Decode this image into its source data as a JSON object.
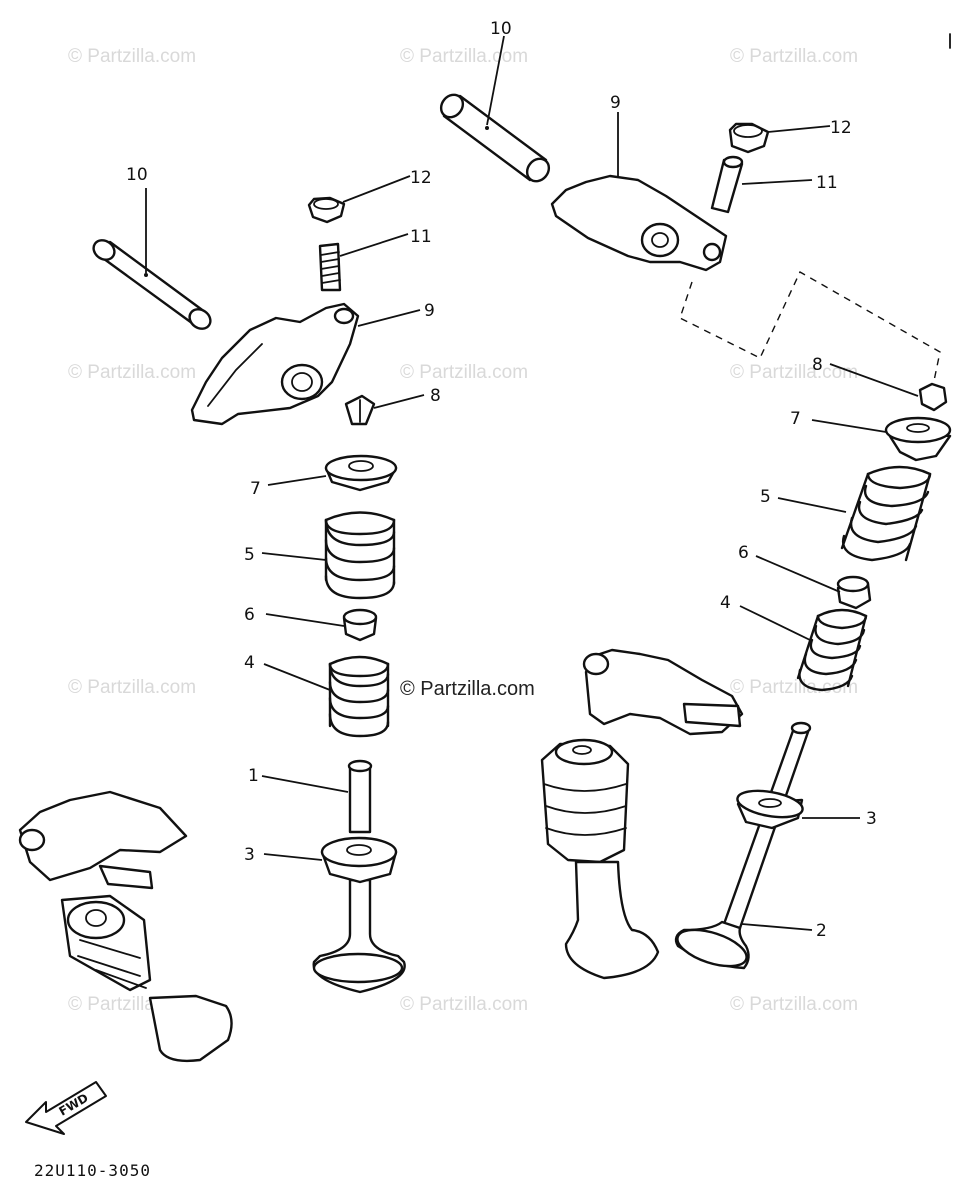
{
  "watermark": "© Partzilla.com",
  "diagram_code": "22U110-3050",
  "fwd_label": "FWD",
  "callouts": {
    "valve_intake": "1",
    "valve_exhaust": "2",
    "valve_seal_left": "3",
    "valve_seal_right": "3",
    "spring_inner_left": "4",
    "spring_inner_right": "4",
    "spring_outer_left": "5",
    "spring_outer_right": "5",
    "spring_seat_left": "6",
    "spring_seat_right": "6",
    "retainer_left": "7",
    "retainer_right": "7",
    "cotter_left": "8",
    "cotter_right": "8",
    "rocker_arm_left": "9",
    "rocker_arm_right": "9",
    "shaft_left": "10",
    "shaft_right": "10",
    "adjuster_left": "11",
    "adjuster_right": "11",
    "nut_left": "12",
    "nut_right": "12"
  }
}
